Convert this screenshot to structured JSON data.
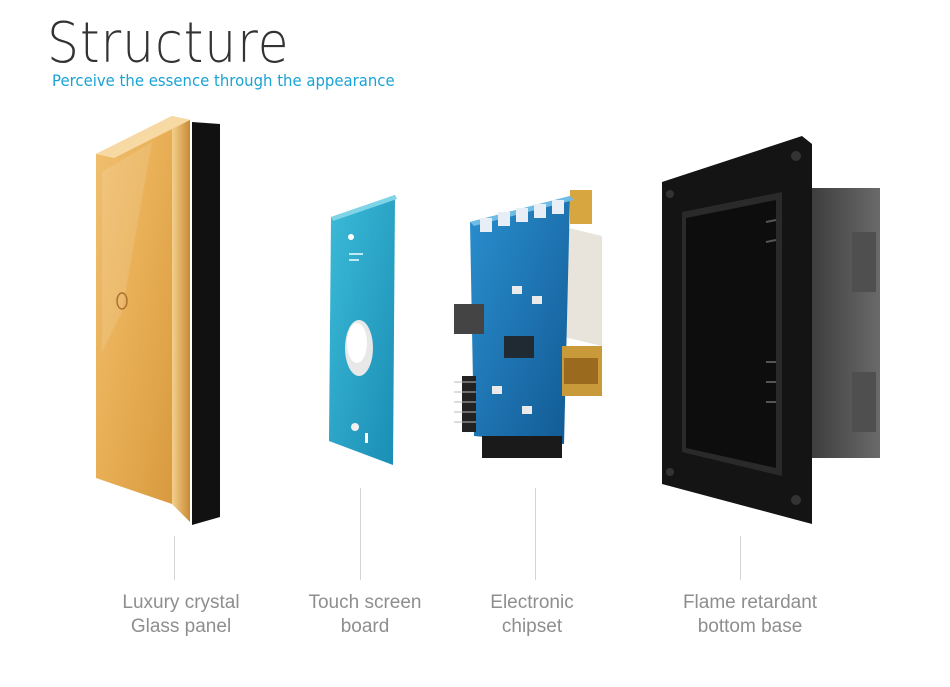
{
  "header": {
    "title": "Structure",
    "subtitle": "Perceive the essence  through the appearance"
  },
  "components": [
    {
      "line1": "Luxury crystal",
      "line2": "Glass panel",
      "icon": "glass-panel"
    },
    {
      "line1": "Touch screen",
      "line2": "board",
      "icon": "touch-board"
    },
    {
      "line1": "Electronic",
      "line2": "chipset",
      "icon": "pcb-chipset"
    },
    {
      "line1": "Flame retardant",
      "line2": "bottom base",
      "icon": "wall-box"
    }
  ],
  "colors": {
    "title": "#333333",
    "subtitle": "#1aa3d4",
    "caption": "#8e8e8e",
    "glass": "#e6a94a",
    "board": "#25a6c9",
    "pcb": "#1b6fa8",
    "base": "#1a1a1a"
  }
}
